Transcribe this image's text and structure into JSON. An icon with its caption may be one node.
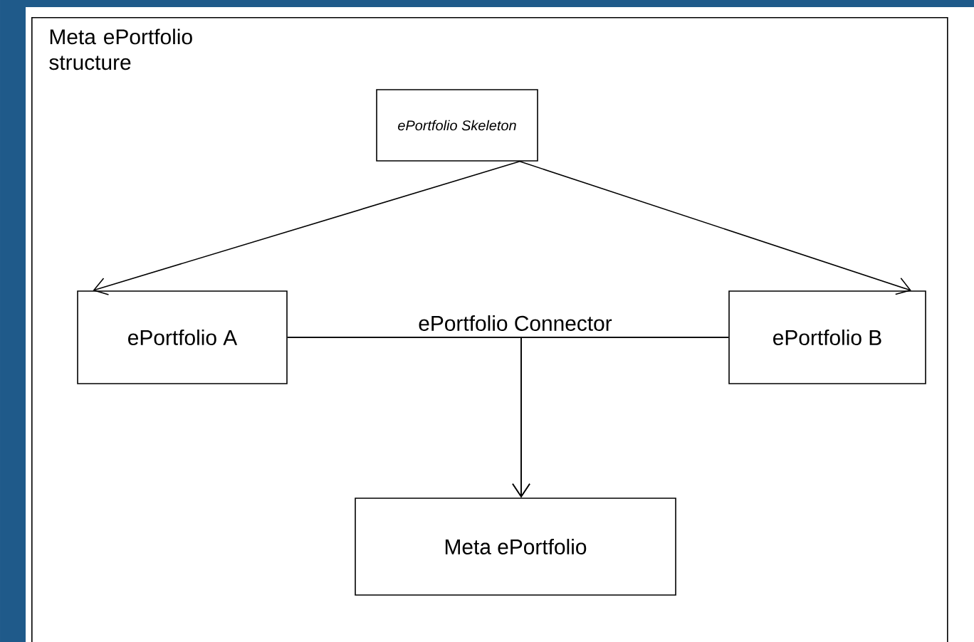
{
  "diagram": {
    "nodes": [
      {
        "text": [
          "Meta ePortfolio structure"
        ]
      },
      {
        "text": [
          "ePortfolio Skeleton"
        ],
        "in": 0
      },
      {
        "text": [
          "ePortfolio A"
        ],
        "in": 0
      },
      {
        "text": [
          "ePortfolio B"
        ],
        "in": 0
      },
      {
        "text": [
          "Meta ePortfolio"
        ],
        "in": 0
      }
    ],
    "edges": [
      {
        "from": 1,
        "to": 2,
        "arrow": "to"
      },
      {
        "from": 1,
        "to": 3,
        "arrow": "to"
      },
      {
        "from": 2,
        "to": 3,
        "arrow": "none",
        "label": "ePortfolio Connector"
      },
      {
        "from": 2,
        "to": 4,
        "arrow": "to"
      },
      {
        "from": 3,
        "to": 4,
        "arrow": "to"
      }
    ]
  }
}
